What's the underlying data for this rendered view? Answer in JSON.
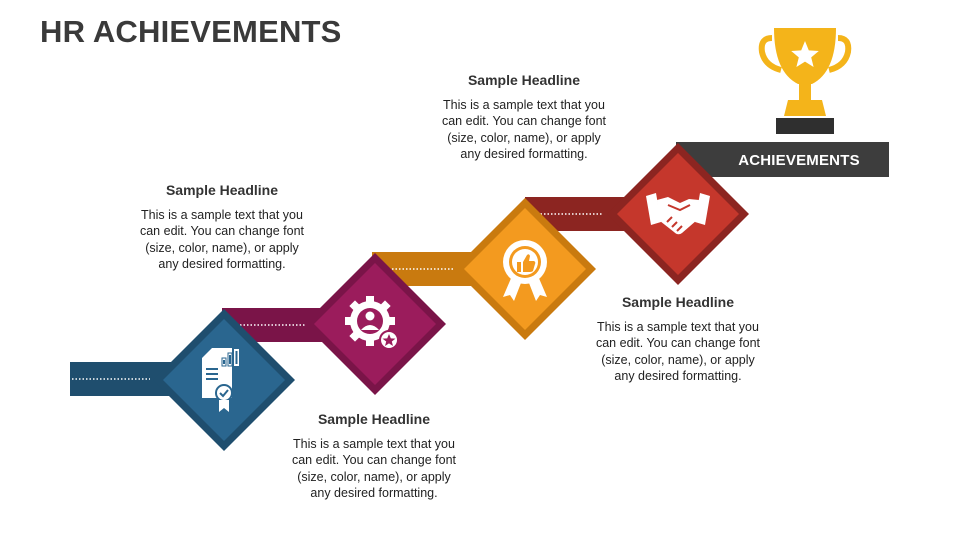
{
  "title": "HR ACHIEVEMENTS",
  "achievements_label": "ACHIEVEMENTS",
  "colors": {
    "title": "#3a3a3a",
    "step1": "#2a668f",
    "step1_bar": "#1f4e6e",
    "step2": "#9b1c5c",
    "step2_bar": "#7a1448",
    "step3": "#f39a1f",
    "step3_bar": "#c97a0f",
    "step4": "#c5372c",
    "step4_bar": "#8c2521",
    "banner": "#3d3d3d",
    "trophy": "#f4b41a"
  },
  "steps": [
    {
      "icon": "certificate-chart-icon",
      "headline": "Sample Headline",
      "text": "This is a sample text that you can edit. You can change font (size, color, name), or apply any desired formatting."
    },
    {
      "icon": "gear-user-star-icon",
      "headline": "Sample Headline",
      "text": "This is a sample text that you can edit. You can change font (size, color, name), or apply any desired formatting."
    },
    {
      "icon": "award-badge-thumbs-up-icon",
      "headline": "Sample Headline",
      "text": "This is a sample text that you can edit. You can change font (size, color, name), or apply any desired formatting."
    },
    {
      "icon": "handshake-icon",
      "headline": "Sample Headline",
      "text": "This is a sample text that you can edit. You can change font (size, color, name), or apply any desired formatting."
    }
  ]
}
